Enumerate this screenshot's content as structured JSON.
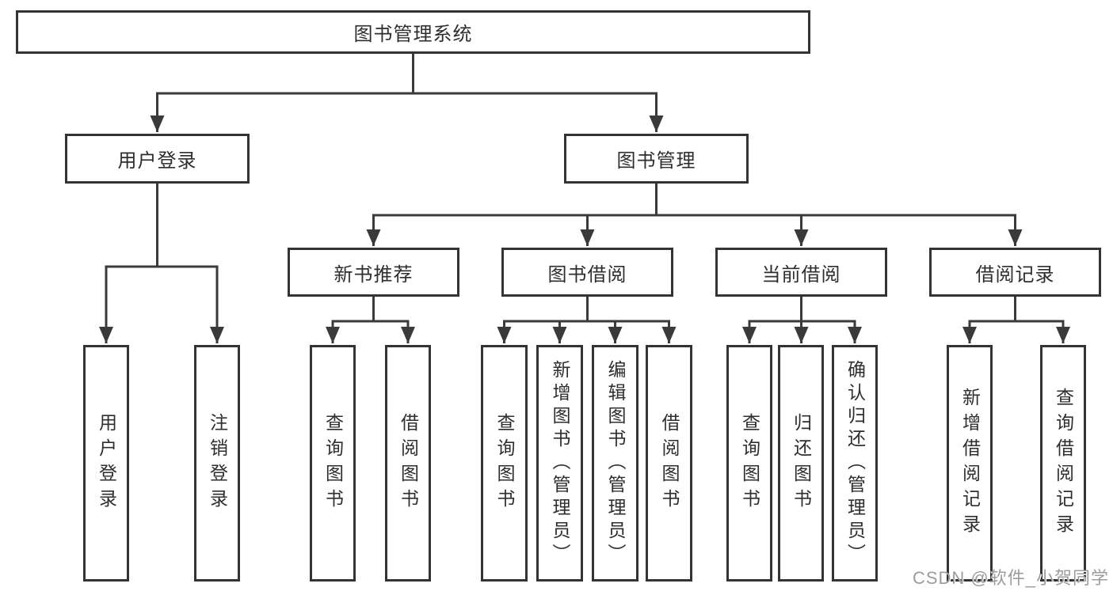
{
  "tree": {
    "label": "图书管理系统",
    "children": [
      {
        "label": "用户登录",
        "children": [
          {
            "label": "用户登录"
          },
          {
            "label": "注销登录"
          }
        ]
      },
      {
        "label": "图书管理",
        "children": [
          {
            "label": "新书推荐",
            "children": [
              {
                "label": "查询图书"
              },
              {
                "label": "借阅图书"
              }
            ]
          },
          {
            "label": "图书借阅",
            "children": [
              {
                "label": "查询图书"
              },
              {
                "label": "新增图书（管理员）"
              },
              {
                "label": "编辑图书（管理员）"
              },
              {
                "label": "借阅图书"
              }
            ]
          },
          {
            "label": "当前借阅",
            "children": [
              {
                "label": "查询图书"
              },
              {
                "label": "归还图书"
              },
              {
                "label": "确认归还（管理员）"
              }
            ]
          },
          {
            "label": "借阅记录",
            "children": [
              {
                "label": "新增借阅记录"
              },
              {
                "label": "查询借阅记录"
              }
            ]
          }
        ]
      }
    ]
  },
  "watermark": {
    "text": "CSDN @软件_小贺同学"
  },
  "colors": {
    "line": "#3a3a3a",
    "border": "#333333",
    "text": "#2e2e2e",
    "watermark": "#9c9c9c"
  }
}
